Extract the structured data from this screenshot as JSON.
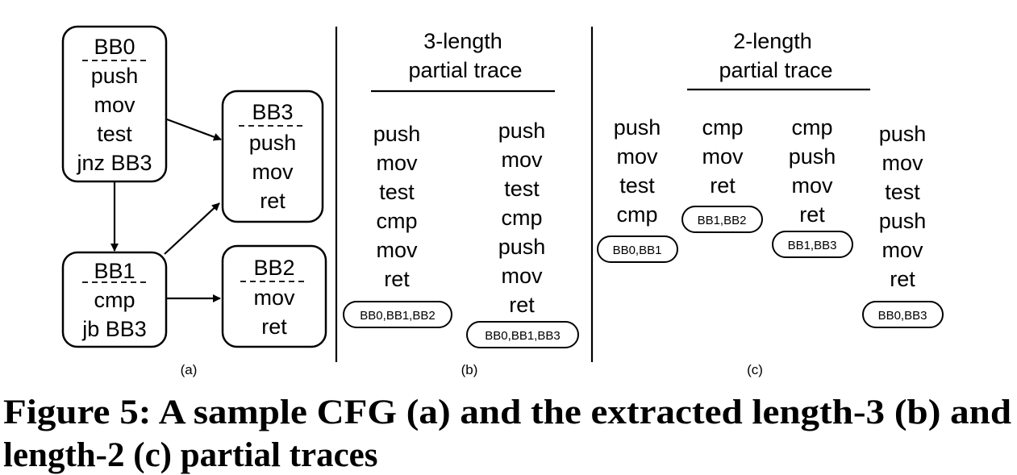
{
  "panel_a": {
    "label": "(a)",
    "bb0": {
      "title": "BB0",
      "instructions": [
        "push",
        "mov",
        "test",
        "jnz BB3"
      ]
    },
    "bb1": {
      "title": "BB1",
      "instructions": [
        "cmp",
        "jb BB3"
      ]
    },
    "bb2": {
      "title": "BB2",
      "instructions": [
        "mov",
        "ret"
      ]
    },
    "bb3": {
      "title": "BB3",
      "instructions": [
        "push",
        "mov",
        "ret"
      ]
    }
  },
  "panel_b": {
    "label": "(b)",
    "heading": [
      "3-length",
      "partial trace"
    ],
    "traces": [
      {
        "instructions": [
          "push",
          "mov",
          "test",
          "cmp",
          "mov",
          "ret"
        ],
        "path": "BB0,BB1,BB2"
      },
      {
        "instructions": [
          "push",
          "mov",
          "test",
          "cmp",
          "push",
          "mov",
          "ret"
        ],
        "path": "BB0,BB1,BB3"
      }
    ]
  },
  "panel_c": {
    "label": "(c)",
    "heading": [
      "2-length",
      "partial trace"
    ],
    "traces": [
      {
        "instructions": [
          "push",
          "mov",
          "test",
          "cmp"
        ],
        "path": "BB0,BB1"
      },
      {
        "instructions": [
          "cmp",
          "mov",
          "ret"
        ],
        "path": "BB1,BB2"
      },
      {
        "instructions": [
          "cmp",
          "push",
          "mov",
          "ret"
        ],
        "path": "BB1,BB3"
      },
      {
        "instructions": [
          "push",
          "mov",
          "test",
          "push",
          "mov",
          "ret"
        ],
        "path": "BB0,BB3"
      }
    ]
  },
  "caption": [
    "Figure 5: A sample CFG (a) and the extracted length-3 (b) and",
    "length-2 (c) partial traces"
  ]
}
